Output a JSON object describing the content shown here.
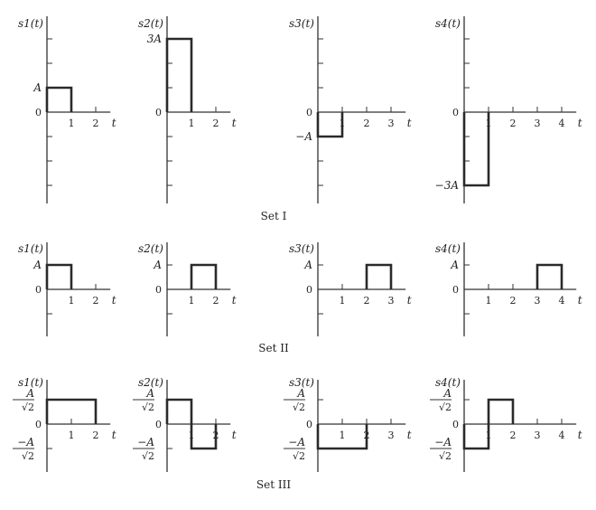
{
  "figure": {
    "sets": [
      {
        "label": "Set I",
        "signals": [
          {
            "name": "s1(t)",
            "segments": [
              [
                0,
                1,
                1
              ]
            ],
            "y_labels": [
              {
                "value": 1,
                "text": "A"
              },
              {
                "value": 0,
                "text": "0"
              }
            ],
            "x_labels": [
              "1",
              "2",
              "t"
            ]
          },
          {
            "name": "s2(t)",
            "segments": [
              [
                0,
                1,
                3
              ]
            ],
            "y_labels": [
              {
                "value": 3,
                "text": "3A"
              },
              {
                "value": 0,
                "text": "0"
              }
            ],
            "x_labels": [
              "1",
              "2",
              "t"
            ]
          },
          {
            "name": "s3(t)",
            "segments": [
              [
                0,
                1,
                -1
              ]
            ],
            "y_labels": [
              {
                "value": -1,
                "text": "−A"
              },
              {
                "value": 0,
                "text": "0"
              }
            ],
            "x_labels": [
              "1",
              "2",
              "3",
              "t"
            ]
          },
          {
            "name": "s4(t)",
            "segments": [
              [
                0,
                1,
                -3
              ]
            ],
            "y_labels": [
              {
                "value": -3,
                "text": "−3A"
              },
              {
                "value": 0,
                "text": "0"
              }
            ],
            "x_labels": [
              "1",
              "2",
              "3",
              "4",
              "t"
            ]
          }
        ]
      },
      {
        "label": "Set II",
        "signals": [
          {
            "name": "s1(t)",
            "segments": [
              [
                0,
                1,
                1
              ]
            ],
            "y_labels": [
              {
                "value": 1,
                "text": "A"
              },
              {
                "value": 0,
                "text": "0"
              }
            ],
            "x_labels": [
              "1",
              "2",
              "t"
            ]
          },
          {
            "name": "s2(t)",
            "segments": [
              [
                1,
                2,
                1
              ]
            ],
            "y_labels": [
              {
                "value": 1,
                "text": "A"
              },
              {
                "value": 0,
                "text": "0"
              }
            ],
            "x_labels": [
              "1",
              "2",
              "t"
            ]
          },
          {
            "name": "s3(t)",
            "segments": [
              [
                2,
                3,
                1
              ]
            ],
            "y_labels": [
              {
                "value": 1,
                "text": "A"
              },
              {
                "value": 0,
                "text": "0"
              }
            ],
            "x_labels": [
              "1",
              "2",
              "3",
              "t"
            ]
          },
          {
            "name": "s4(t)",
            "segments": [
              [
                3,
                4,
                1
              ]
            ],
            "y_labels": [
              {
                "value": 1,
                "text": "A"
              },
              {
                "value": 0,
                "text": "0"
              }
            ],
            "x_labels": [
              "1",
              "2",
              "3",
              "4",
              "t"
            ]
          }
        ]
      },
      {
        "label": "Set III",
        "signals": [
          {
            "name": "s1(t)",
            "segments": [
              [
                0,
                2,
                1
              ]
            ],
            "y_labels": [
              {
                "value": 1,
                "text": "A/√2"
              },
              {
                "value": 0,
                "text": "0"
              },
              {
                "value": -1,
                "text": "−A/√2"
              }
            ],
            "x_labels": [
              "1",
              "2",
              "t"
            ]
          },
          {
            "name": "s2(t)",
            "segments": [
              [
                0,
                1,
                1
              ],
              [
                1,
                2,
                -1
              ]
            ],
            "y_labels": [
              {
                "value": 1,
                "text": "A/√2"
              },
              {
                "value": 0,
                "text": "0"
              },
              {
                "value": -1,
                "text": "−A/√2"
              }
            ],
            "x_labels": [
              "1",
              "2",
              "t"
            ]
          },
          {
            "name": "s3(t)",
            "segments": [
              [
                0,
                2,
                -1
              ]
            ],
            "y_labels": [
              {
                "value": 1,
                "text": "A/√2"
              },
              {
                "value": 0,
                "text": "0"
              },
              {
                "value": -1,
                "text": "−A/√2"
              }
            ],
            "x_labels": [
              "1",
              "2",
              "3",
              "t"
            ]
          },
          {
            "name": "s4(t)",
            "segments": [
              [
                0,
                1,
                -1
              ],
              [
                1,
                2,
                1
              ]
            ],
            "y_labels": [
              {
                "value": 1,
                "text": "A/√2"
              },
              {
                "value": 0,
                "text": "0"
              },
              {
                "value": -1,
                "text": "−A/√2"
              }
            ],
            "x_labels": [
              "1",
              "2",
              "3",
              "4",
              "t"
            ]
          }
        ]
      }
    ]
  }
}
